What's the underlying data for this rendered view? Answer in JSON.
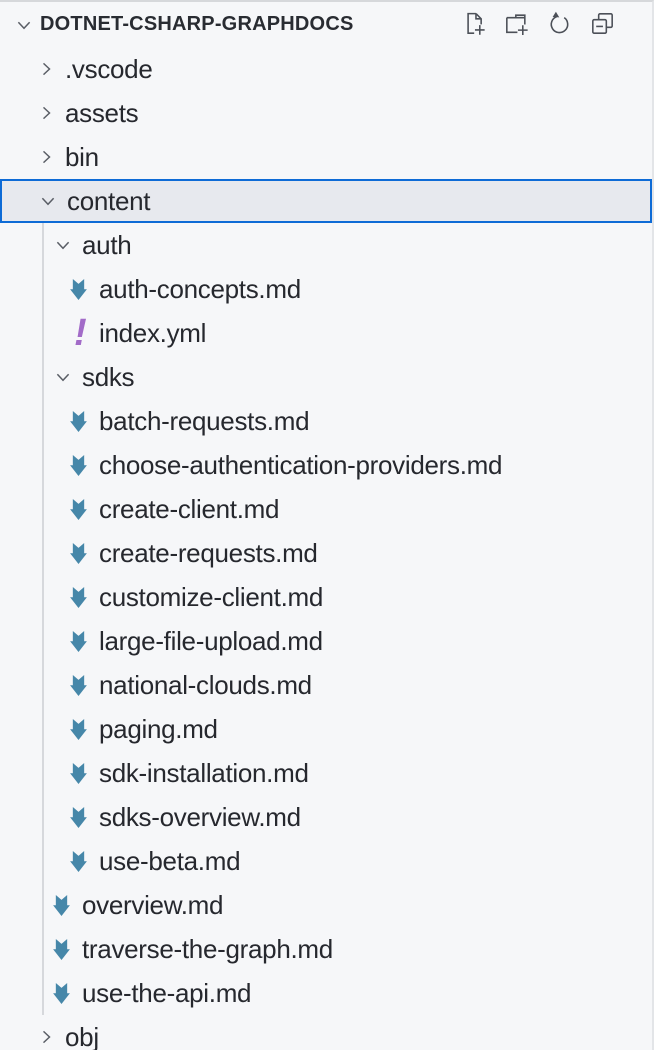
{
  "header": {
    "title": "DOTNET-CSHARP-GRAPHDOCS",
    "state_icon": "chevron-down-icon",
    "actions": [
      {
        "name": "new-file",
        "icon": "new-file-icon"
      },
      {
        "name": "new-folder",
        "icon": "new-folder-icon"
      },
      {
        "name": "refresh",
        "icon": "refresh-icon"
      },
      {
        "name": "collapse-all",
        "icon": "collapse-all-icon"
      }
    ]
  },
  "tree": {
    "items": [
      {
        "label": ".vscode",
        "type": "folder",
        "expanded": false,
        "level": 0,
        "selected": false
      },
      {
        "label": "assets",
        "type": "folder",
        "expanded": false,
        "level": 0,
        "selected": false
      },
      {
        "label": "bin",
        "type": "folder",
        "expanded": false,
        "level": 0,
        "selected": false
      },
      {
        "label": "content",
        "type": "folder",
        "expanded": true,
        "level": 0,
        "selected": true
      },
      {
        "label": "auth",
        "type": "folder",
        "expanded": true,
        "level": 1,
        "selected": false
      },
      {
        "label": "auth-concepts.md",
        "type": "file",
        "icon": "markdown-icon",
        "level": 2,
        "selected": false
      },
      {
        "label": "index.yml",
        "type": "file",
        "icon": "yaml-icon",
        "level": 2,
        "selected": false
      },
      {
        "label": "sdks",
        "type": "folder",
        "expanded": true,
        "level": 1,
        "selected": false
      },
      {
        "label": "batch-requests.md",
        "type": "file",
        "icon": "markdown-icon",
        "level": 2,
        "selected": false
      },
      {
        "label": "choose-authentication-providers.md",
        "type": "file",
        "icon": "markdown-icon",
        "level": 2,
        "selected": false
      },
      {
        "label": "create-client.md",
        "type": "file",
        "icon": "markdown-icon",
        "level": 2,
        "selected": false
      },
      {
        "label": "create-requests.md",
        "type": "file",
        "icon": "markdown-icon",
        "level": 2,
        "selected": false
      },
      {
        "label": "customize-client.md",
        "type": "file",
        "icon": "markdown-icon",
        "level": 2,
        "selected": false
      },
      {
        "label": "large-file-upload.md",
        "type": "file",
        "icon": "markdown-icon",
        "level": 2,
        "selected": false
      },
      {
        "label": "national-clouds.md",
        "type": "file",
        "icon": "markdown-icon",
        "level": 2,
        "selected": false
      },
      {
        "label": "paging.md",
        "type": "file",
        "icon": "markdown-icon",
        "level": 2,
        "selected": false
      },
      {
        "label": "sdk-installation.md",
        "type": "file",
        "icon": "markdown-icon",
        "level": 2,
        "selected": false
      },
      {
        "label": "sdks-overview.md",
        "type": "file",
        "icon": "markdown-icon",
        "level": 2,
        "selected": false
      },
      {
        "label": "use-beta.md",
        "type": "file",
        "icon": "markdown-icon",
        "level": 2,
        "selected": false
      },
      {
        "label": "overview.md",
        "type": "file",
        "icon": "markdown-icon",
        "level": 1,
        "selected": false
      },
      {
        "label": "traverse-the-graph.md",
        "type": "file",
        "icon": "markdown-icon",
        "level": 1,
        "selected": false
      },
      {
        "label": "use-the-api.md",
        "type": "file",
        "icon": "markdown-icon",
        "level": 1,
        "selected": false
      },
      {
        "label": "obj",
        "type": "folder",
        "expanded": false,
        "level": 0,
        "selected": false
      }
    ]
  },
  "colors": {
    "background": "#f6f7f9",
    "selected_background": "#e7e9ee",
    "selection_border": "#0e6bd6",
    "markdown_icon": "#4687a9",
    "yaml_icon": "#a26bc8",
    "chevron": "#5a5e66",
    "action_icon": "#4c5058",
    "indent_guide": "#d6d8dc",
    "text": "#26282e"
  }
}
